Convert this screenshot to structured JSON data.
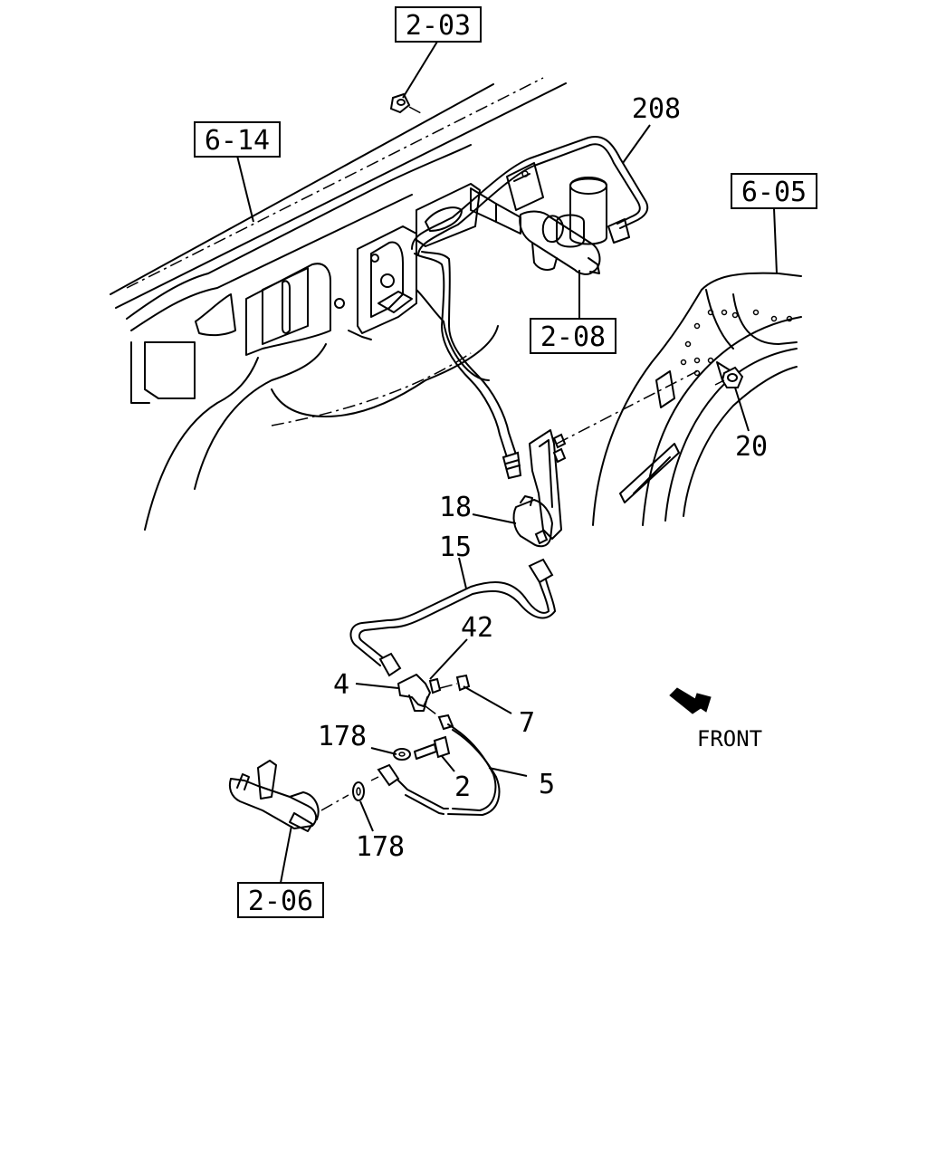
{
  "refs": {
    "r203": "2-03",
    "r614": "6-14",
    "r605": "6-05",
    "r208": "2-08",
    "r206": "2-06"
  },
  "parts": {
    "p208": "208",
    "p20": "20",
    "p18": "18",
    "p15": "15",
    "p42": "42",
    "p4": "4",
    "p7": "7",
    "p178a": "178",
    "p2": "2",
    "p5": "5",
    "p178b": "178"
  },
  "direction": {
    "label": "FRONT"
  }
}
